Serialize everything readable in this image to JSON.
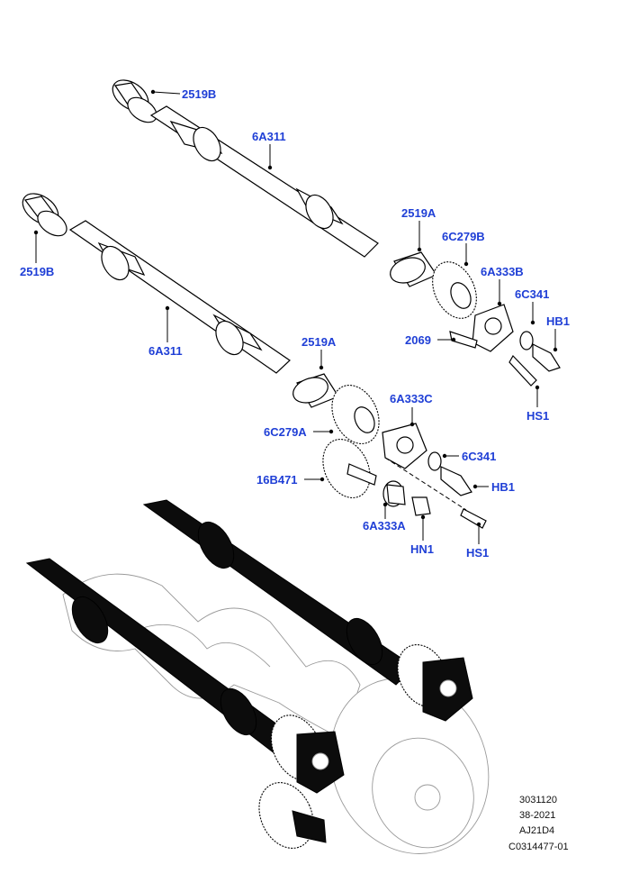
{
  "callouts": [
    {
      "label": "2519B"
    },
    {
      "label": "6A311"
    },
    {
      "label": "2519A"
    },
    {
      "label": "6C279B"
    },
    {
      "label": "6A333B"
    },
    {
      "label": "6C341"
    },
    {
      "label": "HB1"
    },
    {
      "label": "2069"
    },
    {
      "label": "HS1"
    },
    {
      "label": "2519B"
    },
    {
      "label": "6A311"
    },
    {
      "label": "2519A"
    },
    {
      "label": "6A333C"
    },
    {
      "label": "6C279A"
    },
    {
      "label": "6C341"
    },
    {
      "label": "16B471"
    },
    {
      "label": "HB1"
    },
    {
      "label": "6A333A"
    },
    {
      "label": "HN1"
    },
    {
      "label": "HS1"
    }
  ],
  "reference_codes": [
    "3031120",
    "38-2021",
    "AJ21D4",
    "C0314477-01"
  ]
}
